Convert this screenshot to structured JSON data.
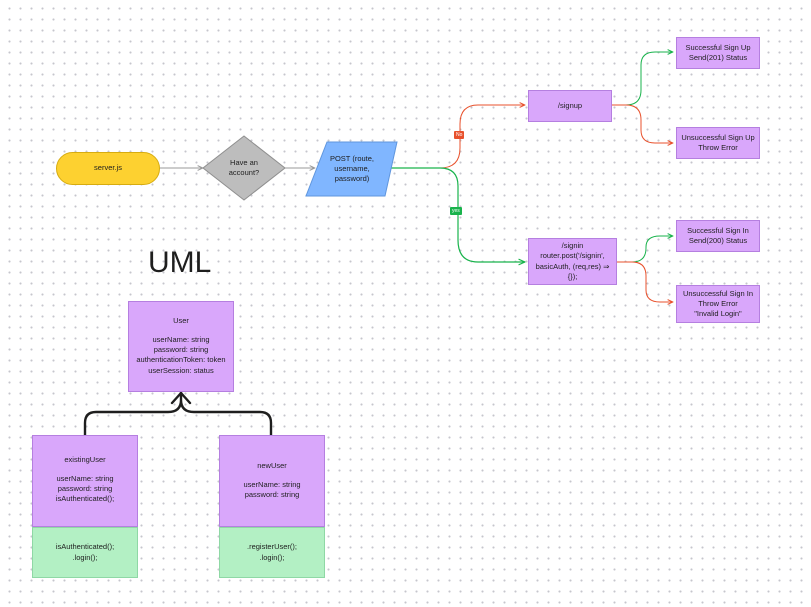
{
  "flow": {
    "server": "server.js",
    "decision": [
      "Have an",
      "account?"
    ],
    "post": [
      "POST (route,",
      "username,",
      "password)"
    ],
    "signup": "/signup",
    "signin": [
      "/signin",
      "router.post('/signin',",
      "basicAuth, (req,res) ⇒",
      "{});"
    ],
    "signup_ok": [
      "Successful Sign Up",
      "Send(201) Status"
    ],
    "signup_fail": [
      "Unsuccessful Sign Up",
      "Throw Error"
    ],
    "signin_ok": [
      "Successful Sign In",
      "Send(200) Status"
    ],
    "signin_fail": [
      "Unsuccessful Sign In",
      "Throw Error",
      "\"Invalid Login\""
    ],
    "no_label": "No",
    "yes_label": "yes"
  },
  "uml": {
    "heading": "UML",
    "user": {
      "name": "User",
      "fields": [
        "userName: string",
        "password: string",
        "authenticationToken: token",
        "userSession: status"
      ]
    },
    "existing": {
      "name": "existingUser",
      "fields": [
        "userName: string",
        "password: string",
        "isAuthenticated();"
      ],
      "methods": [
        "isAuthenticated();",
        ".login();"
      ]
    },
    "newuser": {
      "name": "newUser",
      "fields": [
        "userName: string",
        "password: string"
      ],
      "methods": [
        ".registerUser();",
        ".login();"
      ]
    }
  },
  "colors": {
    "terminal": "#fdd130",
    "decision": "#bdbdbd",
    "io": "#80b6ff",
    "process": "#d9a7fb",
    "method": "#b3f0c4",
    "no_branch": "#e8512c",
    "yes_branch": "#19b34c"
  }
}
